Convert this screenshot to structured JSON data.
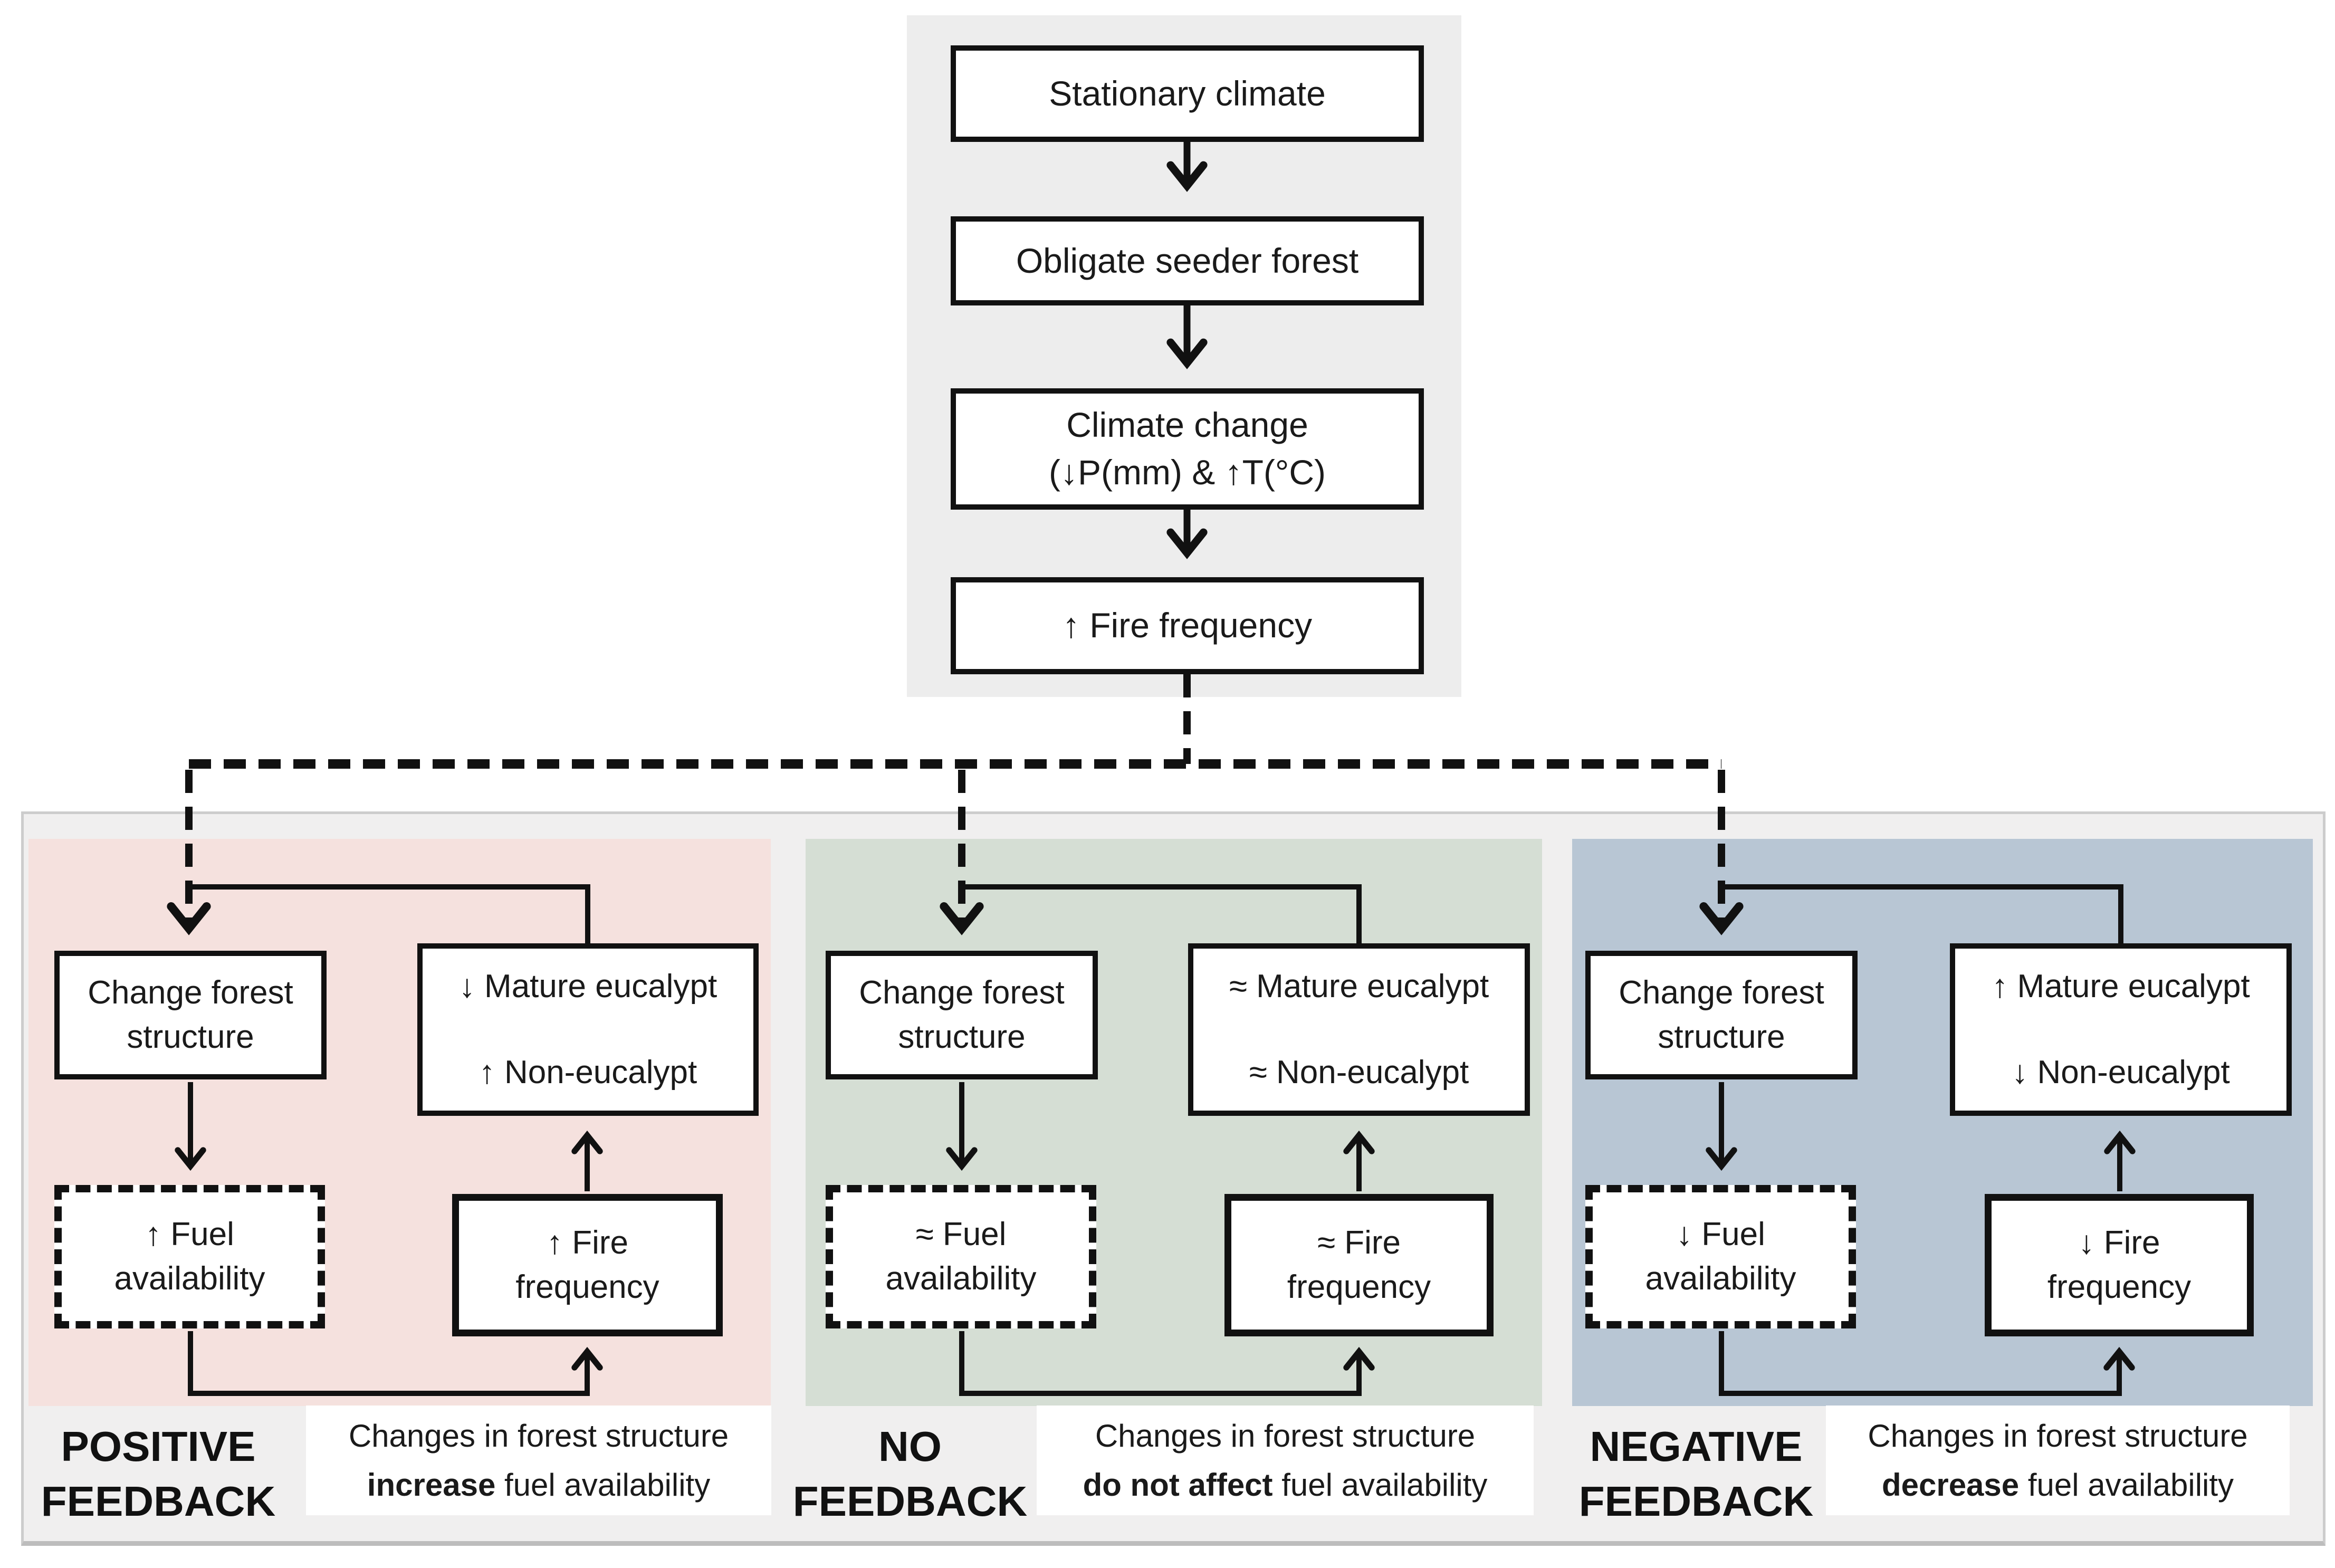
{
  "colors": {
    "top_panel_bg": "#ededed",
    "container_bg": "#f0efef",
    "container_border": "#cccccc",
    "positive_bg": "#f5e1de",
    "no_bg": "#d5ded4",
    "negative_bg": "#b8c6d4",
    "box_border": "#111111",
    "line_color": "#111111"
  },
  "top_flow": {
    "boxes": [
      {
        "label": "Stationary climate"
      },
      {
        "label": "Obligate seeder forest"
      },
      {
        "line1": "Climate change",
        "line2": "(↓P(mm) & ↑T(°C)"
      },
      {
        "label": "↑ Fire frequency"
      }
    ]
  },
  "panels": [
    {
      "name": "positive-feedback",
      "bg": "#f5e1de",
      "change_box": {
        "line1": "Change forest",
        "line2": "structure"
      },
      "eucalypt_box": {
        "line1": "↓ Mature eucalypt",
        "line2": "↑ Non-eucalypt"
      },
      "fuel_box": {
        "line1": "↑ Fuel",
        "line2": "availability"
      },
      "fire_box": {
        "line1": "↑ Fire",
        "line2": "frequency"
      },
      "label_line1": "POSITIVE",
      "label_line2": "FEEDBACK",
      "caption_line1": "Changes in forest structure",
      "caption_bold": "increase",
      "caption_rest": " fuel availability"
    },
    {
      "name": "no-feedback",
      "bg": "#d5ded4",
      "change_box": {
        "line1": "Change forest",
        "line2": "structure"
      },
      "eucalypt_box": {
        "line1": "≈ Mature eucalypt",
        "line2": "≈ Non-eucalypt"
      },
      "fuel_box": {
        "line1": "≈ Fuel",
        "line2": "availability"
      },
      "fire_box": {
        "line1": "≈ Fire",
        "line2": "frequency"
      },
      "label_line1": "NO",
      "label_line2": "FEEDBACK",
      "caption_line1": "Changes in forest structure",
      "caption_bold": "do not affect",
      "caption_rest": " fuel availability"
    },
    {
      "name": "negative-feedback",
      "bg": "#b8c6d4",
      "change_box": {
        "line1": "Change forest",
        "line2": "structure"
      },
      "eucalypt_box": {
        "line1": "↑ Mature eucalypt",
        "line2": "↓ Non-eucalypt"
      },
      "fuel_box": {
        "line1": "↓ Fuel",
        "line2": "availability"
      },
      "fire_box": {
        "line1": "↓ Fire",
        "line2": "frequency"
      },
      "label_line1": "NEGATIVE",
      "label_line2": "FEEDBACK",
      "caption_line1": "Changes in forest structure",
      "caption_bold": "decrease",
      "caption_rest": " fuel availability"
    }
  ]
}
